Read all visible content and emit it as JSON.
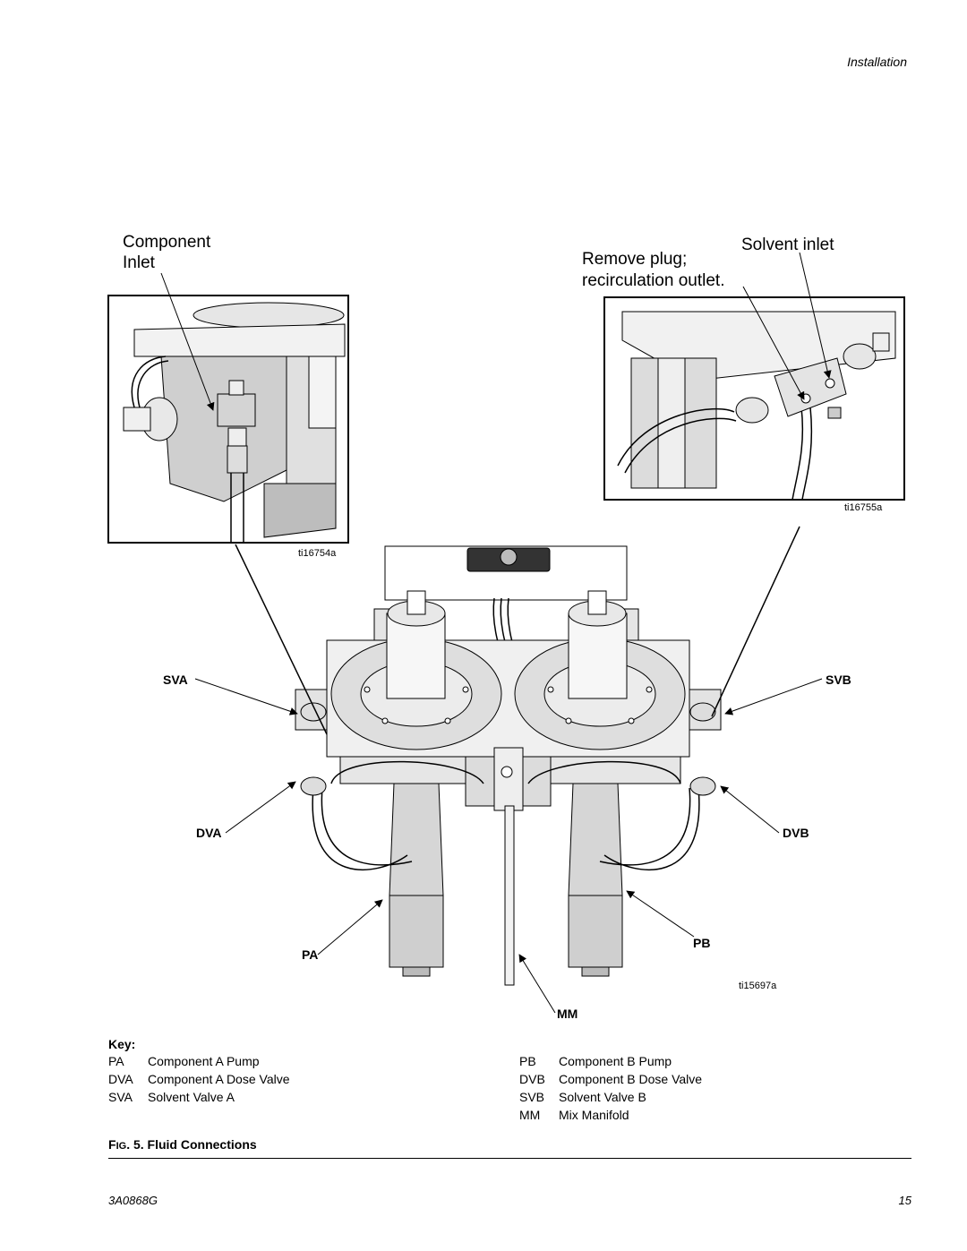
{
  "header": {
    "section": "Installation"
  },
  "figure": {
    "callouts": {
      "component_inlet": [
        "Component",
        "Inlet"
      ],
      "solvent_inlet": "Solvent inlet",
      "remove_plug": [
        "Remove plug;",
        "recirculation outlet."
      ]
    },
    "image_ids": {
      "left_inset": "ti16754a",
      "right_inset": "ti16755a",
      "main": "ti15697a"
    },
    "labels": {
      "sva": "SVA",
      "svb": "SVB",
      "dva": "DVA",
      "dvb": "DVB",
      "pa": "PA",
      "pb": "PB",
      "mm": "MM"
    }
  },
  "key": {
    "title": "Key:",
    "left": [
      {
        "code": "PA",
        "desc": "Component A Pump"
      },
      {
        "code": "DVA",
        "desc": "Component A Dose Valve"
      },
      {
        "code": "SVA",
        "desc": "Solvent Valve A"
      }
    ],
    "right": [
      {
        "code": "PB",
        "desc": "Component B Pump"
      },
      {
        "code": "DVB",
        "desc": "Component B Dose Valve"
      },
      {
        "code": "SVB",
        "desc": "Solvent Valve B"
      },
      {
        "code": "MM",
        "desc": "Mix Manifold"
      }
    ]
  },
  "caption": {
    "prefix_f": "F",
    "prefix_ig": "IG",
    "number": ". 5.",
    "title": "Fluid Connections"
  },
  "footer": {
    "doc_number": "3A0868G",
    "page_number": "15"
  }
}
